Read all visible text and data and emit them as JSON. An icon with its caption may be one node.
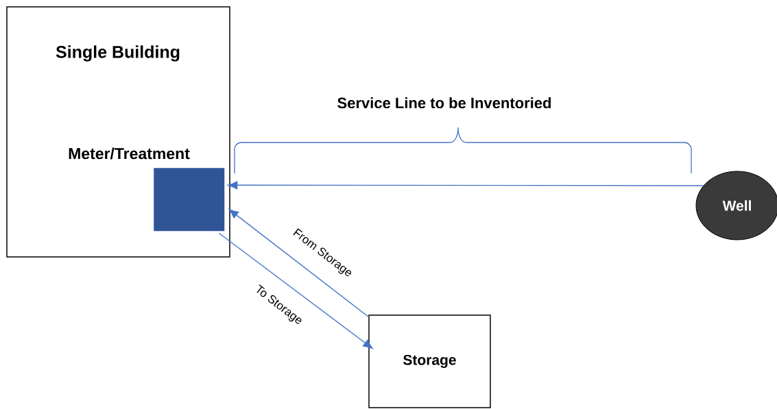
{
  "diagram": {
    "nodes": [
      {
        "text": [
          "Single Building"
        ]
      },
      {
        "text": [
          "Meter/Treatment"
        ],
        "in": 0
      },
      {
        "text": [
          "Well"
        ]
      },
      {
        "text": [
          "Storage"
        ]
      }
    ],
    "edges": [
      {
        "from": 2,
        "to": 1,
        "arrow": "to"
      },
      {
        "from": 3,
        "to": 1,
        "arrow": "to",
        "label": "From Storage"
      },
      {
        "from": 1,
        "to": 3,
        "arrow": "to",
        "label": "To Storage"
      }
    ],
    "labels": [
      "Service Line to be Inventoried"
    ]
  }
}
